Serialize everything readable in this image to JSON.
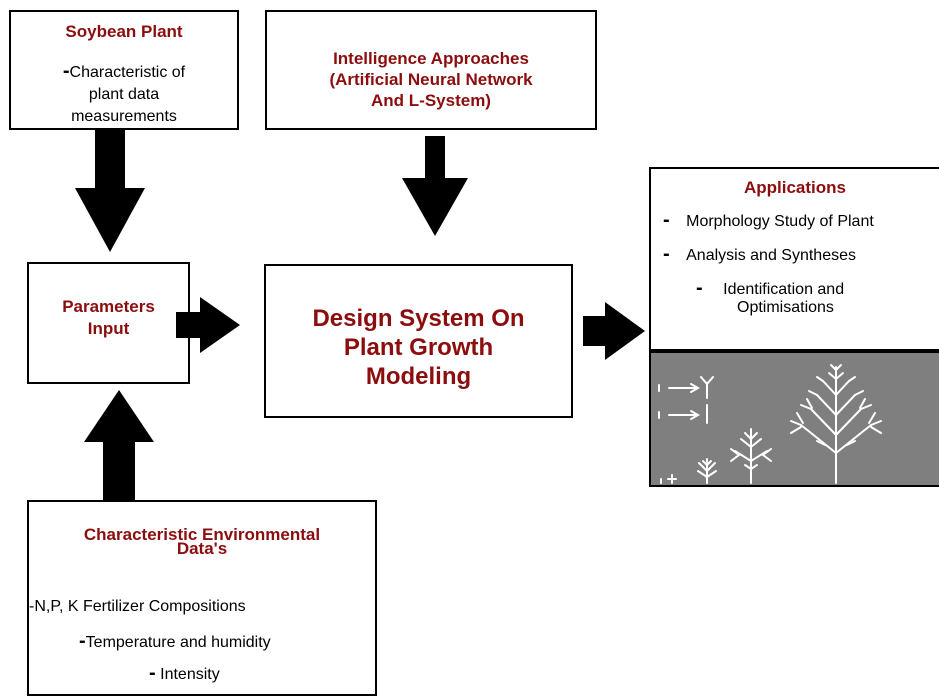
{
  "soybean": {
    "title": "Soybean Plant",
    "dash": "-",
    "text_lines": [
      "Characteristic of",
      "plant data",
      "measurements"
    ]
  },
  "intelligence": {
    "title_lines": [
      "Intelligence Approaches",
      "(Artificial Neural Network",
      "And L-System)"
    ]
  },
  "parameters": {
    "title_lines": [
      "Parameters",
      "Input"
    ]
  },
  "design_system": {
    "title_lines": [
      "Design System On",
      "Plant Growth",
      "Modeling"
    ]
  },
  "applications": {
    "title": "Applications",
    "items": [
      {
        "dash": "-",
        "text": "Morphology Study of Plant"
      },
      {
        "dash": "-",
        "text": "Analysis and Syntheses"
      },
      {
        "dash": "-",
        "text": "Identification and"
      },
      {
        "dash": "",
        "text": "Optimisations"
      }
    ]
  },
  "environment": {
    "title_lines": [
      "Characteristic Environmental",
      "Data's"
    ],
    "items": [
      {
        "dash": "-",
        "text": "N,P, K Fertilizer Compositions"
      },
      {
        "dash": "-",
        "text": "Temperature and humidity"
      },
      {
        "dash": "-",
        "text": "Intensity"
      }
    ]
  },
  "colors": {
    "title_red": "#8b0d0d",
    "plant_panel_bg": "#7f7f7f",
    "plant_stroke": "#ffffff"
  }
}
